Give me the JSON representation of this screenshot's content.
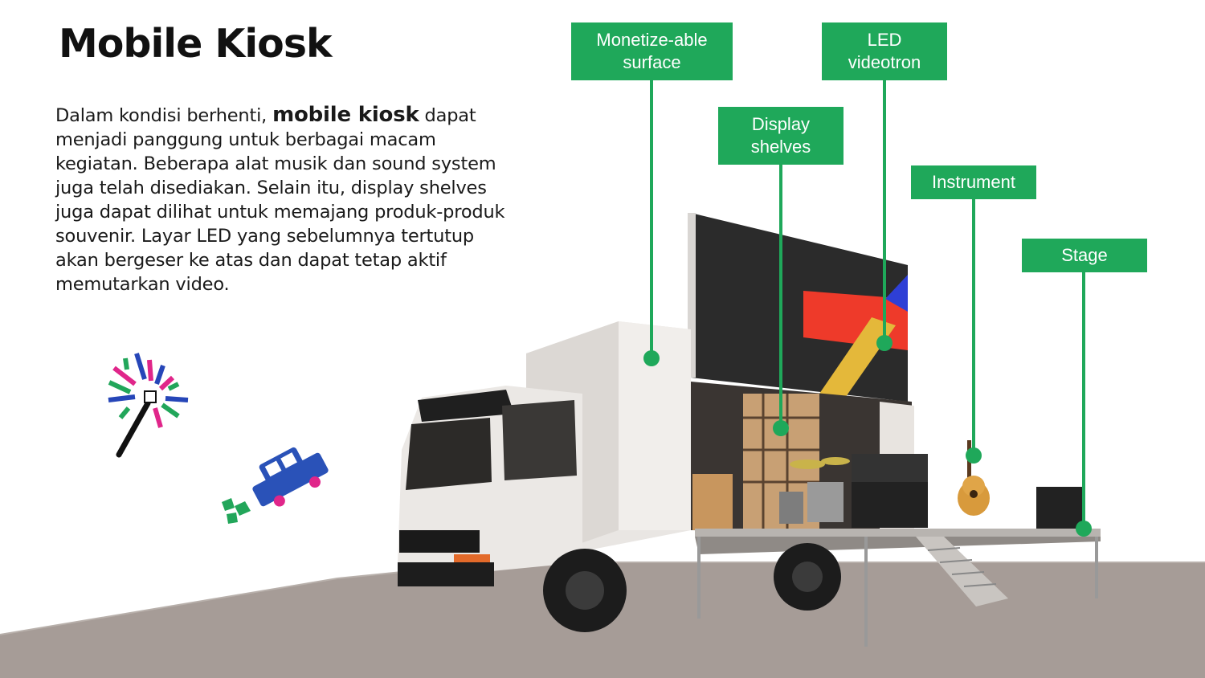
{
  "slide": {
    "title": "Mobile Kiosk",
    "body": {
      "intro": "Dalam kondisi berhenti, ",
      "highlight": "mobile kiosk",
      "rest": " dapat menjadi panggung untuk berbagai macam kegiatan. Beberapa alat  musik dan sound system juga telah disediakan. Selain itu, display shelves juga dapat dilihat untuk memajang produk-produk souvenir. Layar LED yang sebelumnya tertutup akan bergeser ke atas dan dapat tetap aktif memutarkan video."
    }
  },
  "callouts": [
    {
      "id": "surface",
      "label": "Monetize-able\nsurface"
    },
    {
      "id": "led",
      "label": "LED\nvideotron"
    },
    {
      "id": "shelves",
      "label": "Display\nshelves"
    },
    {
      "id": "instrument",
      "label": "Instrument"
    },
    {
      "id": "stage",
      "label": "Stage"
    }
  ],
  "colors": {
    "callout_green": "#1fa85a",
    "screen_red": "#ee3a2a",
    "screen_yellow": "#e4b83a",
    "screen_blue": "#2e3fd6",
    "truck_white": "#ece9e6",
    "ground": "#a69c97",
    "sparkle_pink": "#e0268a",
    "sparkle_blue": "#2646b8",
    "sparkle_green": "#22a65a",
    "car_blue": "#2a52b8"
  },
  "icons": {
    "magic_wand": "magic-wand-sparkle-icon",
    "car": "tumbling-car-icon"
  }
}
